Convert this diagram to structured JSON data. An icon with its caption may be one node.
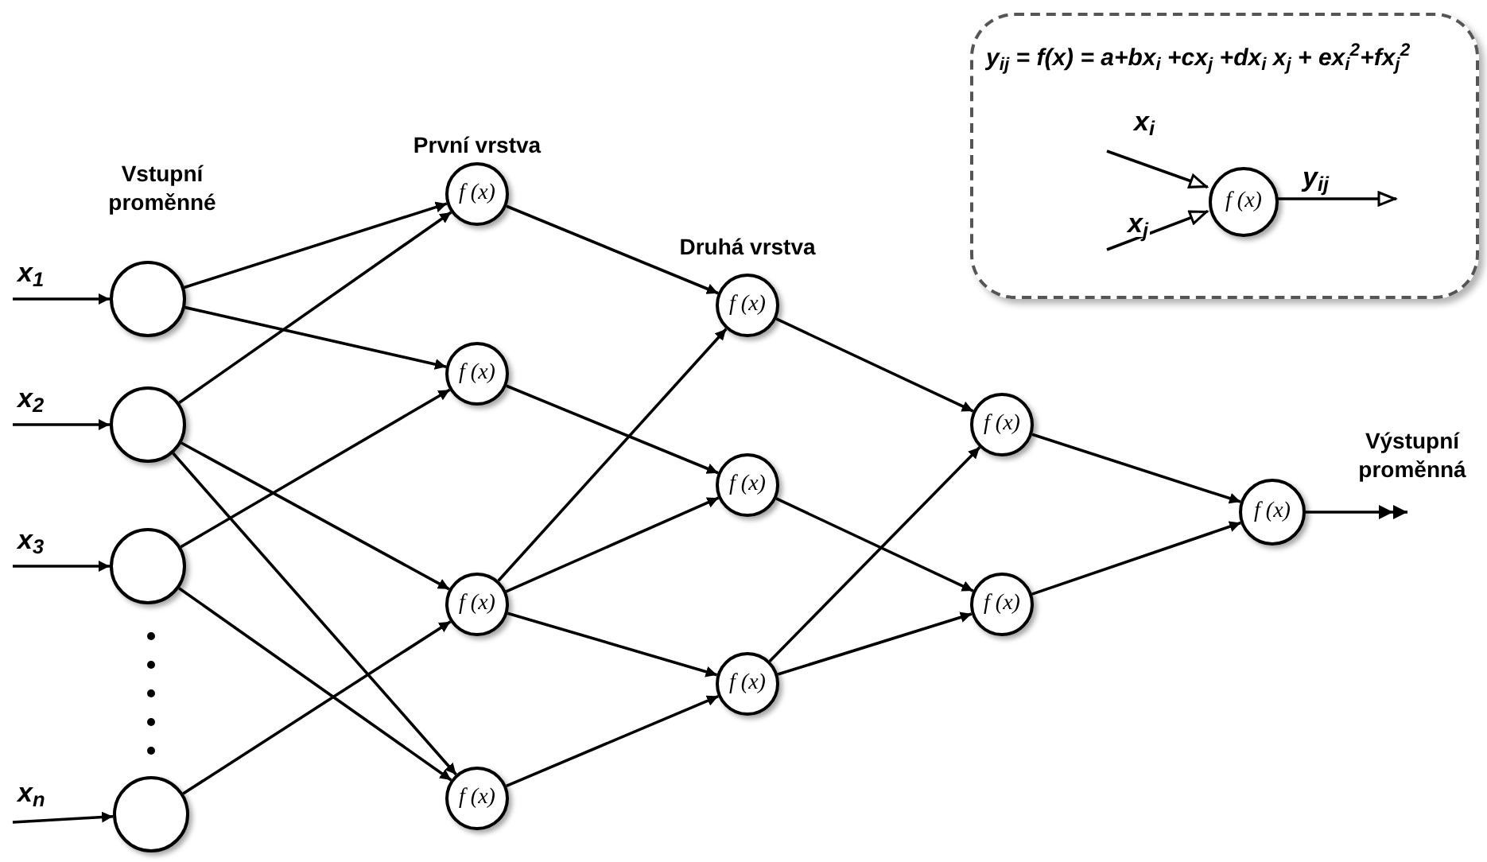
{
  "diagram": {
    "nodes": [
      {
        "text": [
          "y$_{ij}$ = f(x) = a+bx$_{i}$ +cx$_{j}$ +dx$_{i}$ x$_{j}$ + ex$_{i}$$^{2}$+fx$_{j}$$^{2}$"
        ]
      },
      {
        "text": [
          "f (x)"
        ],
        "in": 0
      },
      {
        "text": [],
        "shape": "circle"
      },
      {
        "text": [],
        "shape": "circle"
      },
      {
        "text": [],
        "shape": "circle"
      },
      {
        "text": [],
        "shape": "circle"
      },
      {
        "text": [
          "f (x)"
        ]
      },
      {
        "text": [
          "f (x)"
        ]
      },
      {
        "text": [
          "f (x)"
        ]
      },
      {
        "text": [
          "f (x)"
        ]
      },
      {
        "text": [
          "f (x)"
        ]
      },
      {
        "text": [
          "f (x)"
        ]
      },
      {
        "text": [
          "f (x)"
        ]
      },
      {
        "text": [
          "f (x)"
        ]
      },
      {
        "text": [
          "f (x)"
        ]
      },
      {
        "text": [
          "f (x)"
        ],
        "beside": [
          "Výstupní proměnná"
        ]
      }
    ],
    "edges": [
      {
        "from": null,
        "to": 1,
        "arrow": "to",
        "label": "x$_{i}$"
      },
      {
        "from": null,
        "to": 1,
        "arrow": "to",
        "label": "x$_{j}$"
      },
      {
        "from": 1,
        "to": null,
        "arrow": "to",
        "label": "y$_{ij}$"
      },
      {
        "from": null,
        "to": 2,
        "arrow": "to",
        "label": "x$_{1}$"
      },
      {
        "from": null,
        "to": 3,
        "arrow": "to",
        "label": "x$_{2}$"
      },
      {
        "from": null,
        "to": 4,
        "arrow": "to",
        "label": "x$_{3}$"
      },
      {
        "from": null,
        "to": 5,
        "arrow": "to",
        "label": "x$_{n}$"
      },
      {
        "from": 2,
        "to": 6,
        "arrow": "to"
      },
      {
        "from": 2,
        "to": 7,
        "arrow": "to"
      },
      {
        "from": 3,
        "to": 6,
        "arrow": "to"
      },
      {
        "from": 3,
        "to": 8,
        "arrow": "to"
      },
      {
        "from": 3,
        "to": 9,
        "arrow": "to"
      },
      {
        "from": 4,
        "to": 7,
        "arrow": "to"
      },
      {
        "from": 4,
        "to": 9,
        "arrow": "to"
      },
      {
        "from": 5,
        "to": 8,
        "arrow": "to"
      },
      {
        "from": 6,
        "to": 10,
        "arrow": "to"
      },
      {
        "from": 7,
        "to": 11,
        "arrow": "to"
      },
      {
        "from": 8,
        "to": 10,
        "arrow": "to"
      },
      {
        "from": 8,
        "to": 11,
        "arrow": "to"
      },
      {
        "from": 8,
        "to": 12,
        "arrow": "to"
      },
      {
        "from": 9,
        "to": 12,
        "arrow": "to"
      },
      {
        "from": 10,
        "to": 13,
        "arrow": "to"
      },
      {
        "from": 11,
        "to": 14,
        "arrow": "to"
      },
      {
        "from": 12,
        "to": 13,
        "arrow": "to"
      },
      {
        "from": 12,
        "to": 14,
        "arrow": "to"
      },
      {
        "from": 13,
        "to": 15,
        "arrow": "to"
      },
      {
        "from": 14,
        "to": 15,
        "arrow": "to"
      },
      {
        "from": 15,
        "to": null,
        "arrow": "to"
      }
    ],
    "labels": [
      "Vstupní proměnné",
      "První vrstva",
      "Druhá vrstva"
    ]
  }
}
